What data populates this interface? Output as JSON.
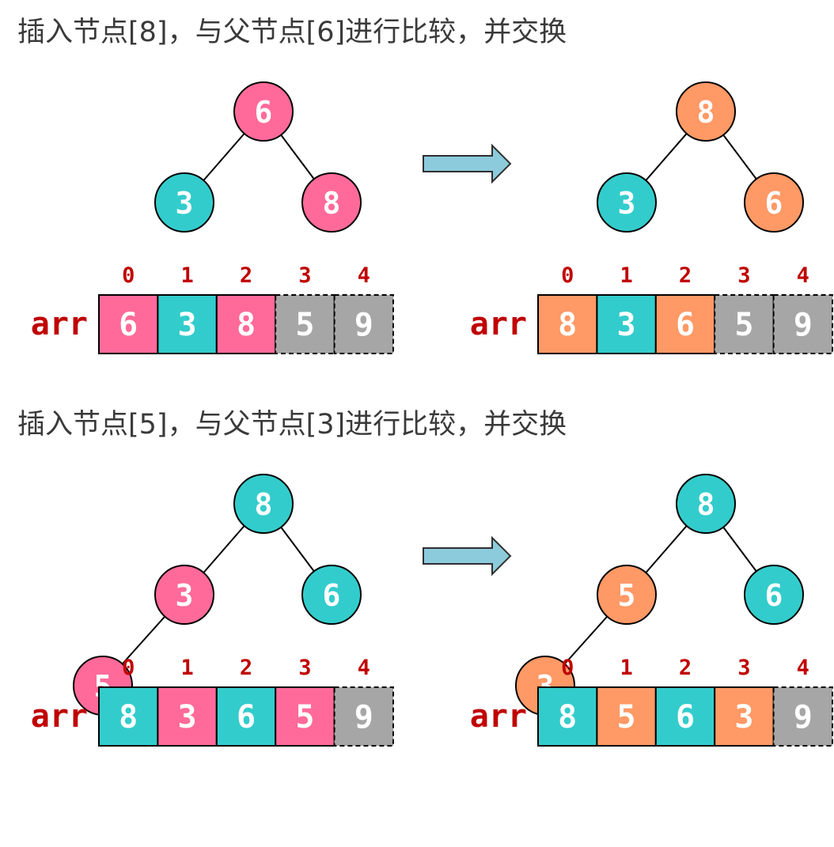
{
  "colors": {
    "pink": "#ff6a9a",
    "teal": "#33cccc",
    "orange": "#ff9966",
    "gray": "#a6a6a6",
    "index_red": "#c00000",
    "arrow": "#8ccbdc"
  },
  "arr_label": "arr",
  "panels": [
    {
      "caption": "插入节点[8]，与父节点[6]进行比较，并交换",
      "before": {
        "nodes": [
          {
            "value": "6",
            "color": "pink",
            "pos": "root"
          },
          {
            "value": "3",
            "color": "teal",
            "pos": "l"
          },
          {
            "value": "8",
            "color": "pink",
            "pos": "r"
          }
        ],
        "array": [
          {
            "index": "0",
            "value": "6",
            "color": "pink",
            "style": "solid"
          },
          {
            "index": "1",
            "value": "3",
            "color": "teal",
            "style": "solid"
          },
          {
            "index": "2",
            "value": "8",
            "color": "pink",
            "style": "solid"
          },
          {
            "index": "3",
            "value": "5",
            "color": "gray",
            "style": "dashed"
          },
          {
            "index": "4",
            "value": "9",
            "color": "gray",
            "style": "dashed"
          }
        ]
      },
      "after": {
        "nodes": [
          {
            "value": "8",
            "color": "orange",
            "pos": "root"
          },
          {
            "value": "3",
            "color": "teal",
            "pos": "l"
          },
          {
            "value": "6",
            "color": "orange",
            "pos": "r"
          }
        ],
        "array": [
          {
            "index": "0",
            "value": "8",
            "color": "orange",
            "style": "solid"
          },
          {
            "index": "1",
            "value": "3",
            "color": "teal",
            "style": "solid"
          },
          {
            "index": "2",
            "value": "6",
            "color": "orange",
            "style": "solid"
          },
          {
            "index": "3",
            "value": "5",
            "color": "gray",
            "style": "dashed"
          },
          {
            "index": "4",
            "value": "9",
            "color": "gray",
            "style": "dashed"
          }
        ]
      }
    },
    {
      "caption": "插入节点[5]，与父节点[3]进行比较，并交换",
      "before": {
        "nodes": [
          {
            "value": "8",
            "color": "teal",
            "pos": "root"
          },
          {
            "value": "3",
            "color": "pink",
            "pos": "l"
          },
          {
            "value": "6",
            "color": "teal",
            "pos": "r"
          },
          {
            "value": "5",
            "color": "pink",
            "pos": "ll"
          }
        ],
        "array": [
          {
            "index": "0",
            "value": "8",
            "color": "teal",
            "style": "solid"
          },
          {
            "index": "1",
            "value": "3",
            "color": "pink",
            "style": "solid"
          },
          {
            "index": "2",
            "value": "6",
            "color": "teal",
            "style": "solid"
          },
          {
            "index": "3",
            "value": "5",
            "color": "pink",
            "style": "solid"
          },
          {
            "index": "4",
            "value": "9",
            "color": "gray",
            "style": "dashed"
          }
        ]
      },
      "after": {
        "nodes": [
          {
            "value": "8",
            "color": "teal",
            "pos": "root"
          },
          {
            "value": "5",
            "color": "orange",
            "pos": "l"
          },
          {
            "value": "6",
            "color": "teal",
            "pos": "r"
          },
          {
            "value": "3",
            "color": "orange",
            "pos": "ll"
          }
        ],
        "array": [
          {
            "index": "0",
            "value": "8",
            "color": "teal",
            "style": "solid"
          },
          {
            "index": "1",
            "value": "5",
            "color": "orange",
            "style": "solid"
          },
          {
            "index": "2",
            "value": "6",
            "color": "teal",
            "style": "solid"
          },
          {
            "index": "3",
            "value": "3",
            "color": "orange",
            "style": "solid"
          },
          {
            "index": "4",
            "value": "9",
            "color": "gray",
            "style": "dashed"
          }
        ]
      }
    }
  ]
}
